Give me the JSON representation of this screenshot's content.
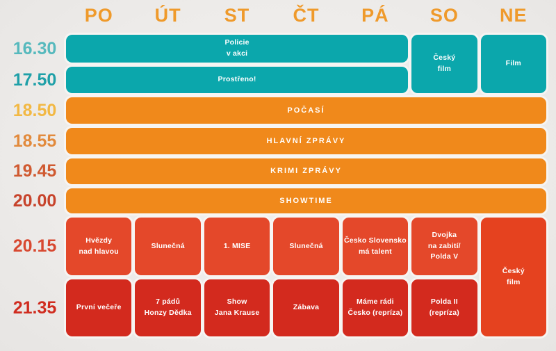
{
  "days": [
    "PO",
    "ÚT",
    "ST",
    "ČT",
    "PÁ",
    "SO",
    "NE"
  ],
  "times": [
    {
      "label": "16.30",
      "color": "#56B9BD"
    },
    {
      "label": "17.50",
      "color": "#1FA0A8"
    },
    {
      "label": "18.50",
      "color": "#F2B843"
    },
    {
      "label": "18.55",
      "color": "#E28A3C"
    },
    {
      "label": "19.45",
      "color": "#D05A31"
    },
    {
      "label": "20.00",
      "color": "#C7432B"
    },
    {
      "label": "20.15",
      "color": "#D84830"
    },
    {
      "label": "21.35",
      "color": "#D02C1F"
    }
  ],
  "colors": {
    "day_header": "#EF9A2B",
    "teal_block": "#0BA7AC",
    "orange_block": "#F0891B",
    "red_block": "#E4482A",
    "dark_red_block": "#D32A1E",
    "tall_red_block": "#E5421F",
    "block_text": "#FFFFFF"
  },
  "programs": {
    "policie_v_akci": "Policie\nv akci",
    "cesky_film_so": "Český\nfilm",
    "film_ne": "Film",
    "prostreno": "Prostřeno!",
    "pocasi": "POČASÍ",
    "hlavni_zpravy": "HLAVNÍ ZPRÁVY",
    "krimi_zpravy": "KRIMI ZPRÁVY",
    "showtime": "SHOWTIME",
    "hvezdy_nad_hlavou": "Hvězdy\nnad hlavou",
    "slunecna_ut": "Slunečná",
    "mise": "1. MISE",
    "slunecna_ct": "Slunečná",
    "cesko_slovensko_ma_talent": "Česko Slovensko\nmá talent",
    "dvojka_na_zabiti_polda_v": "Dvojka\nna zabití/\nPolda V",
    "cesky_film_ne": "Český\nfilm",
    "prvni_vecere": "První večeře",
    "sedm_padu_honzy_dedka": "7 pádů\nHonzy Dědka",
    "show_jana_krause": "Show\nJana Krause",
    "zabava": "Zábava",
    "mame_radi_cesko_repriza": "Máme rádi\nČesko (repríza)",
    "polda_ii_repriza": "Polda II\n(repríza)"
  }
}
